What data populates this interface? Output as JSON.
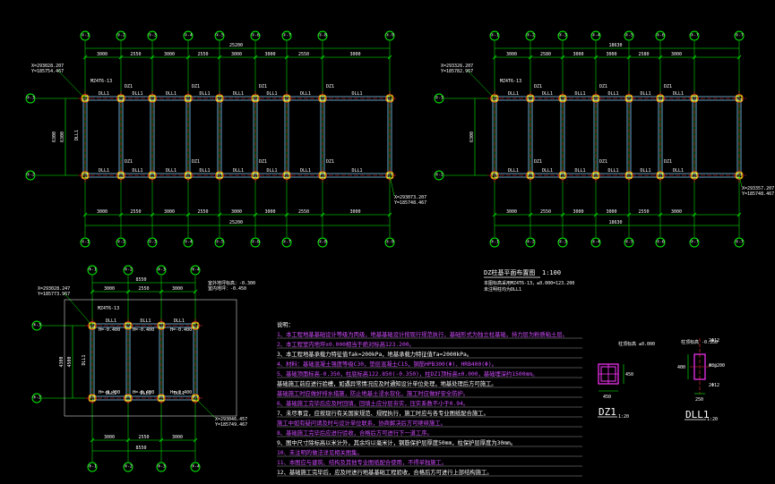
{
  "colors": {
    "background": "#000000",
    "grid_bubble": "#00ff00",
    "axis_line": "#ff3333",
    "beam": "#7fd3ff",
    "column": "#ffff00",
    "dimension": "#00ff00",
    "note_text": "#d14cff",
    "white": "#ffffff"
  },
  "plan_a": {
    "x_axes": [
      "①-1",
      "①-2",
      "①-3",
      "①-4",
      "①-5",
      "①-6",
      "①-7",
      "①-8",
      "①-9"
    ],
    "y_axes": [
      "②-3",
      "②-2"
    ],
    "top_total": "25200",
    "bottom_total": "25200",
    "top_spans": [
      "3000",
      "2550",
      "3000",
      "2550",
      "3000",
      "3000",
      "2550",
      "3000"
    ],
    "bottom_spans": [
      "3000",
      "2550",
      "3000",
      "2550",
      "3000",
      "3000",
      "2550",
      "3000"
    ],
    "side_dims": [
      "6300",
      "6300"
    ],
    "side_beam": "DLL1",
    "beam_labels": [
      "DLL1",
      "DLL1",
      "DLL1",
      "DLL1",
      "DLL1",
      "DLL1",
      "DLL1",
      "DLL1"
    ],
    "col_tags_top": [
      "DZ1",
      "DZ1",
      "DZ1",
      "DZ1"
    ],
    "col_tags_bot": [
      "DZ1",
      "DZ1",
      "DZ1",
      "DZ1"
    ],
    "coord_1": "X=293028.207\nY=185754.467",
    "coord_2": "X=293073.207\nY=185748.467",
    "callout": "MZ4T6-13"
  },
  "plan_b": {
    "x_axes": [
      "②-1",
      "②-2",
      "②-3",
      "②-4",
      "②-5",
      "②-6",
      "②-7"
    ],
    "y_axes": [
      "②-3",
      "②-2"
    ],
    "top_total": "18630",
    "bottom_total": "18630",
    "top_spans": [
      "3000",
      "2580",
      "3000",
      "3000",
      "2580",
      "3000"
    ],
    "bottom_spans": [
      "3000",
      "2550",
      "3000",
      "3000",
      "2550",
      "3000"
    ],
    "side_dims": [
      "6300"
    ],
    "beam_labels": [
      "DLL1",
      "DLL1",
      "DLL1",
      "DLL1",
      "DLL1",
      "DLL1"
    ],
    "col_tags_top": [
      "DZ1",
      "DZ1",
      "DZ1"
    ],
    "col_tags_bot": [
      "DZ1",
      "DZ1",
      "DZ1"
    ],
    "coord_1": "X=293326.207\nY=185782.967",
    "coord_2": "X=293357.207\nY=185748.467",
    "callout": "MZ4T6-13"
  },
  "plan_c": {
    "x_axes": [
      "③-1",
      "③-2",
      "③-3",
      "③-4"
    ],
    "y_axes": [
      "③-3",
      "③-2"
    ],
    "top_total": "8550",
    "bottom_total": "8550",
    "top_spans": [
      "3000",
      "2550",
      "3000"
    ],
    "bottom_spans": [
      "3000",
      "2550",
      "3000"
    ],
    "side_dims": [
      "4500",
      "4300"
    ],
    "side_beam": "DLL1",
    "h_labels": [
      "H=-0.400",
      "H=-0.400",
      "H=-0.400",
      "H=-0.400",
      "H=-0.400",
      "H=-0.400"
    ],
    "beam_labels": [
      "DLL1",
      "DLL1",
      "DLL1",
      "DLL1"
    ],
    "top_note": "室外地坪标高：-0.300\n室内地坪：-0.450",
    "coord_1": "X=293028.247\nY=185773.967",
    "coord_2": "X=293046.457\nY=185749.467",
    "callout": "MZ4T6-13"
  },
  "title_block": {
    "title": "DZ柱基平面布置图",
    "scale": "1:100",
    "subtitle_1": "本图标高采用MZ4T6-13，±0.000=123.200",
    "subtitle_2": "未注明柱均为DLL1"
  },
  "notes": {
    "heading": "说明：",
    "items": [
      "1、本工程地基基础设计等级为丙级，地基基础设计按现行规范执行，基础形式为独立柱基础，持力层为粉质粘土层。",
      "2、本工程室内地坪±0.000相当于绝对标高123.200。",
      "3、本工程地基承载力特征值fak=200kPa，地基承载力特征值fa=2000kPa。",
      "4、材料：基础混凝土强度等级C30，垫层混凝土C15，钢筋HPB300(Φ)、HRB400(Φ)。",
      "5、基础顶面标高-0.350，柱底标高122.850(-0.350)，柱DZ1顶标高±0.000，基础埋深约1500mm。",
      "   基础施工前应进行验槽，如遇异常情况应及时通知设计单位处理，地基处理后方可施工。",
      "   基础施工时应做好排水措施，防止地基土浸水软化，施工时应做好安全防护。",
      "6、基础施工完毕后应及时回填，回填土应分层夯实，压实系数不小于0.94。",
      "7、未尽事宜，应按现行有关国家规范、规程执行，施工时应与各专业图纸配合施工。",
      "   施工中如有疑问请及时与设计单位联系，协商解决后方可继续施工。",
      "8、基础施工完毕后应进行验收，合格后方可进行下一道工序。",
      "9、图中尺寸除标高以米计外，其余均以毫米计，钢筋保护层厚度50mm，柱保护层厚度为30mm。",
      "10、未注明的做法详见相关图集。",
      "11、本图应与建筑、结构及其他专业图纸配合使用，不得单独施工。",
      "12、基础施工完毕后，应及时进行地基基础工程验收，合格后方可进行上部结构施工。"
    ]
  },
  "details": {
    "dz1": {
      "label": "DZ1",
      "scale": "1:20",
      "dim_w": "450",
      "dim_h": "450",
      "top_note": "柱顶标高\n±0.000"
    },
    "dll1": {
      "label": "DLL1",
      "scale": "1:20",
      "dim_top": "2Φ12",
      "dim_bot": "2Φ12",
      "stirrup": "Φ8@200",
      "w": "250",
      "h": "400",
      "top_note": "柱顶标高 -0.350"
    }
  }
}
